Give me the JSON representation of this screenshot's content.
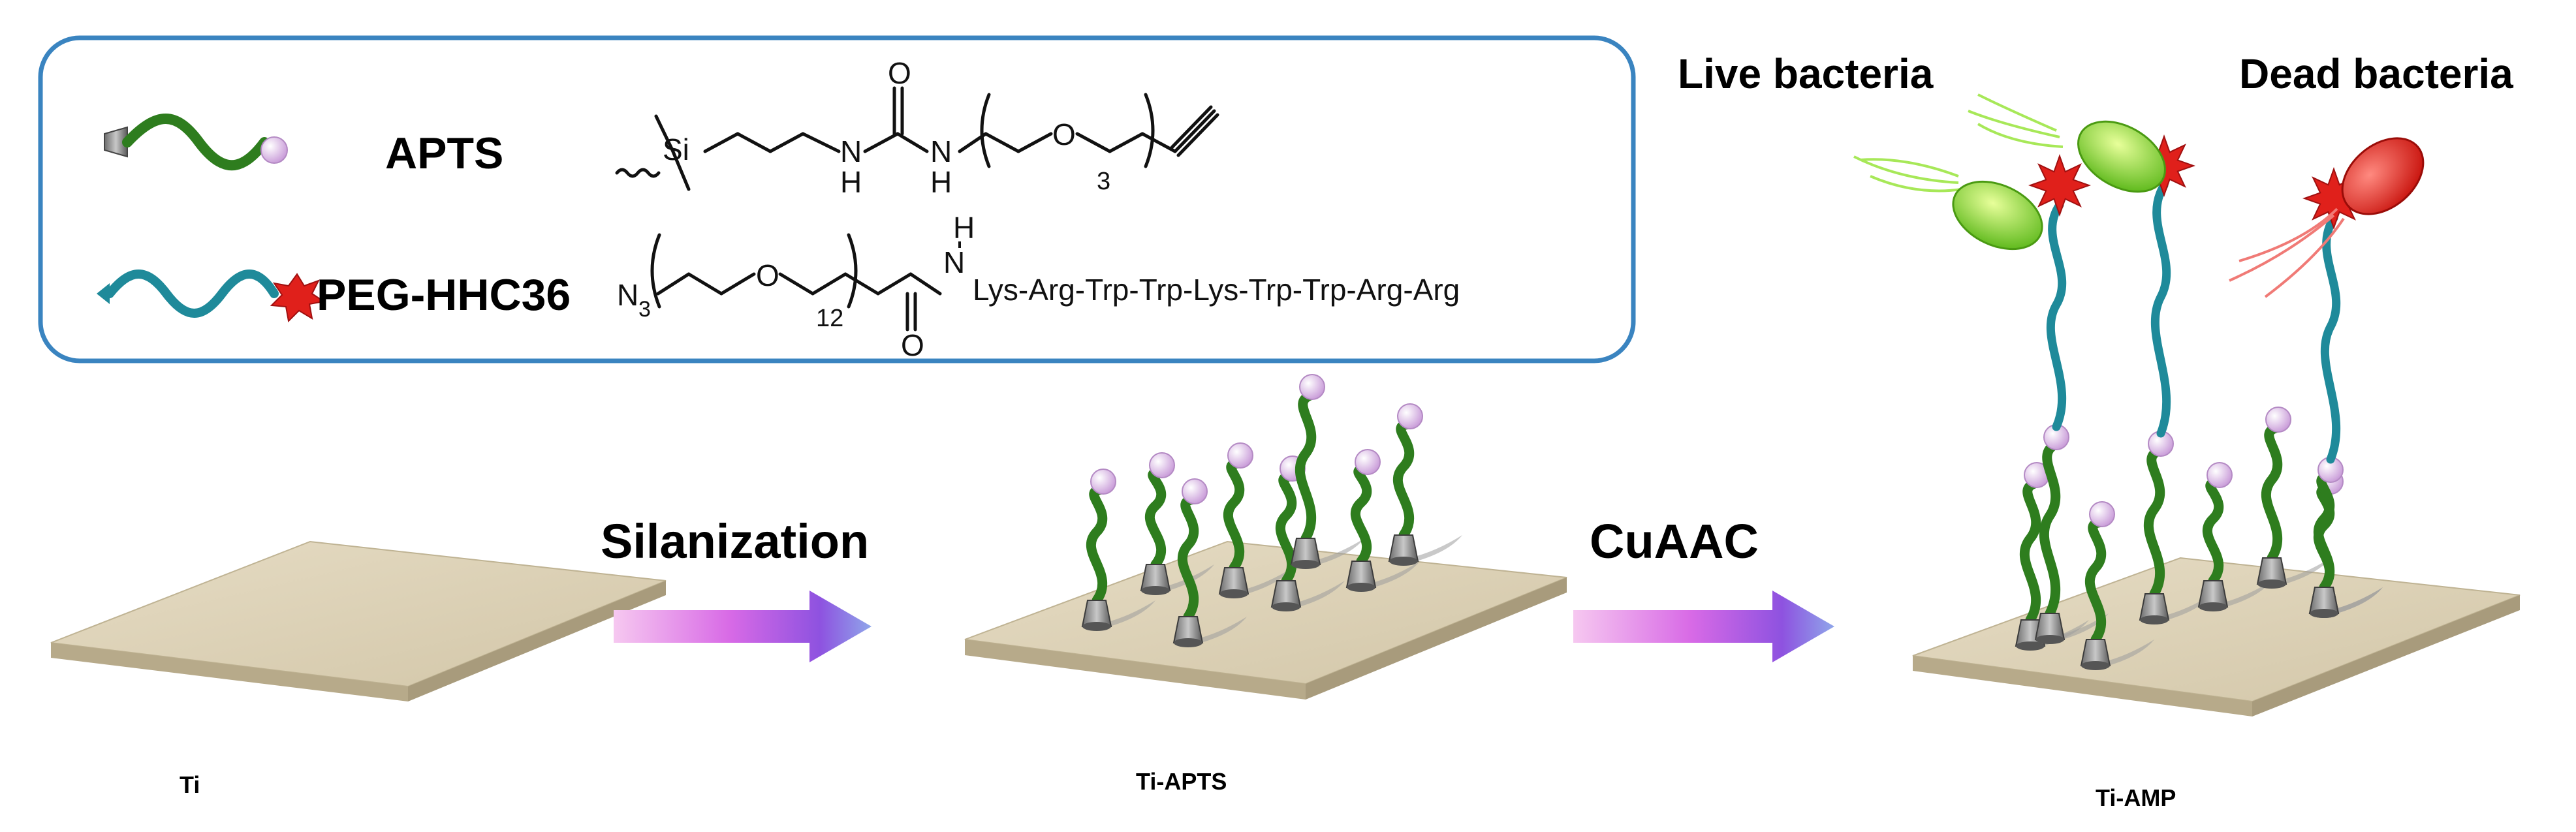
{
  "legend": {
    "apts_label": "APTS",
    "peg_label": "PEG-HHC36",
    "apts_structure": {
      "si": "Si",
      "nh1": "N",
      "nh1_h": "H",
      "carbonyl_o": "O",
      "nh2": "N",
      "nh2_h": "H",
      "ether_o": "O",
      "subscript": "3"
    },
    "peg_structure": {
      "azide_n": "N",
      "azide_sub": "3",
      "ether_o": "O",
      "subscript": "12",
      "carbonyl_o": "O",
      "amide_n": "N",
      "amide_h": "H",
      "peptide": "Lys-Arg-Trp-Trp-Lys-Trp-Trp-Arg-Arg"
    }
  },
  "steps": {
    "step1": "Silanization",
    "step2": "CuAAC"
  },
  "surfaces": {
    "ti": "Ti",
    "ti_apts": "Ti-APTS",
    "ti_amp": "Ti-AMP"
  },
  "bacteria": {
    "live": "Live bacteria",
    "dead": "Dead bacteria"
  },
  "colors": {
    "box_border": "#3a84c0",
    "green_chain": "#2e7d1e",
    "teal_chain": "#1f8a9a",
    "star": "#e0201b",
    "ball": "#d9b8e8",
    "plate": "#d8cdb3",
    "live_bacteria": "#7fd320",
    "dead_bacteria": "#e0201b"
  }
}
